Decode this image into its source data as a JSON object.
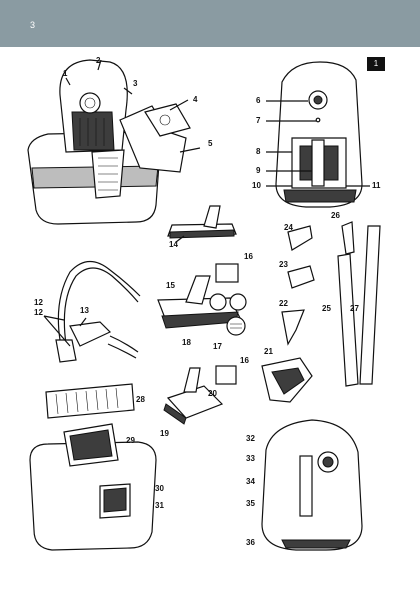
{
  "header": {
    "page_number": "3",
    "color": "#8a9ba2"
  },
  "language_tab": "1",
  "callouts": [
    "1",
    "2",
    "3",
    "4",
    "5",
    "6",
    "7",
    "8",
    "9",
    "10",
    "11",
    "12",
    "13",
    "14",
    "15",
    "16",
    "17",
    "18",
    "19",
    "20",
    "21",
    "22",
    "23",
    "24",
    "25",
    "26",
    "27",
    "28",
    "29",
    "30",
    "31",
    "32",
    "33",
    "34",
    "35",
    "36",
    "12",
    "16"
  ]
}
